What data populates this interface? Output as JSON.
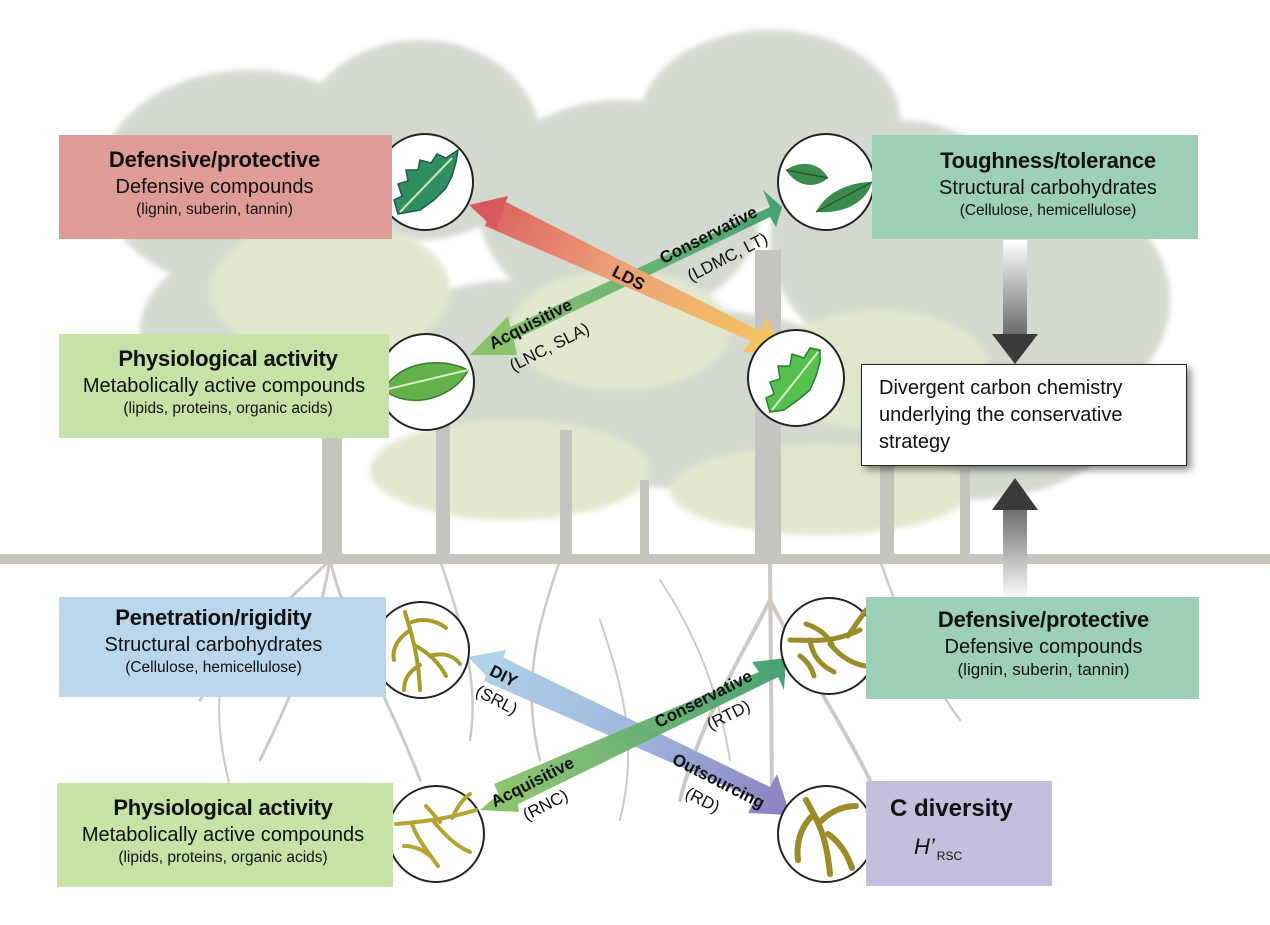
{
  "leaf": {
    "defensive": {
      "title": "Defensive/protective",
      "subtitle": "Defensive compounds",
      "detail": "(lignin, suberin, tannin)"
    },
    "toughness": {
      "title": "Toughness/tolerance",
      "subtitle": "Structural carbohydrates",
      "detail": "(Cellulose, hemicellulose)"
    },
    "physiological": {
      "title": "Physiological activity",
      "subtitle": "Metabolically active compounds",
      "detail": "(lipids, proteins, organic acids)"
    },
    "axes": {
      "lds": "LDS",
      "conservative": "Conservative",
      "conservative_traits": "(LDMC, LT)",
      "acquisitive": "Acquisitive",
      "acquisitive_traits": "(LNC, SLA)"
    }
  },
  "summary_box": {
    "line1": "Divergent carbon chemistry",
    "line2": "underlying the conservative",
    "line3": "strategy"
  },
  "root": {
    "penetration": {
      "title": "Penetration/rigidity",
      "subtitle": "Structural carbohydrates",
      "detail": "(Cellulose, hemicellulose)"
    },
    "defensive": {
      "title": "Defensive/protective",
      "subtitle": "Defensive compounds",
      "detail": "(lignin, suberin, tannin)"
    },
    "physiological": {
      "title": "Physiological activity",
      "subtitle": "Metabolically active compounds",
      "detail": "(lipids, proteins, organic acids)"
    },
    "c_diversity": {
      "title": "C diversity",
      "metric": "H’",
      "metric_sub": "RSC"
    },
    "axes": {
      "diy": "DIY",
      "diy_traits": "(SRL)",
      "conservative": "Conservative",
      "conservative_traits": "(RTD)",
      "acquisitive": "Acquisitive",
      "acquisitive_traits": "(RNC)",
      "outsourcing": "Outsourcing",
      "outsourcing_traits": "(RD)"
    }
  },
  "colors": {
    "defensive_leaf_box": "#df9b96",
    "toughness_box": "#9ccfb5",
    "physiological_box": "#c6e2a7",
    "penetration_box": "#bad6ec",
    "defensive_root_box": "#9ccfb5",
    "c_diversity_box": "#c5bedc",
    "lds_arrow_start": "#d9605f",
    "lds_arrow_end": "#f3c361",
    "conservative_arrow_start": "#8cc26a",
    "conservative_arrow_end": "#3f9d70",
    "diy_arrow_start": "#a9cce6",
    "diy_arrow_end": "#8d84c1",
    "soil_line": "#c9c4be",
    "root": "#b2a12a"
  },
  "icons": [
    "holly-leaf-icon",
    "double-leaf-icon",
    "oval-leaf-icon",
    "light-holly-leaf-icon",
    "root-icon"
  ]
}
